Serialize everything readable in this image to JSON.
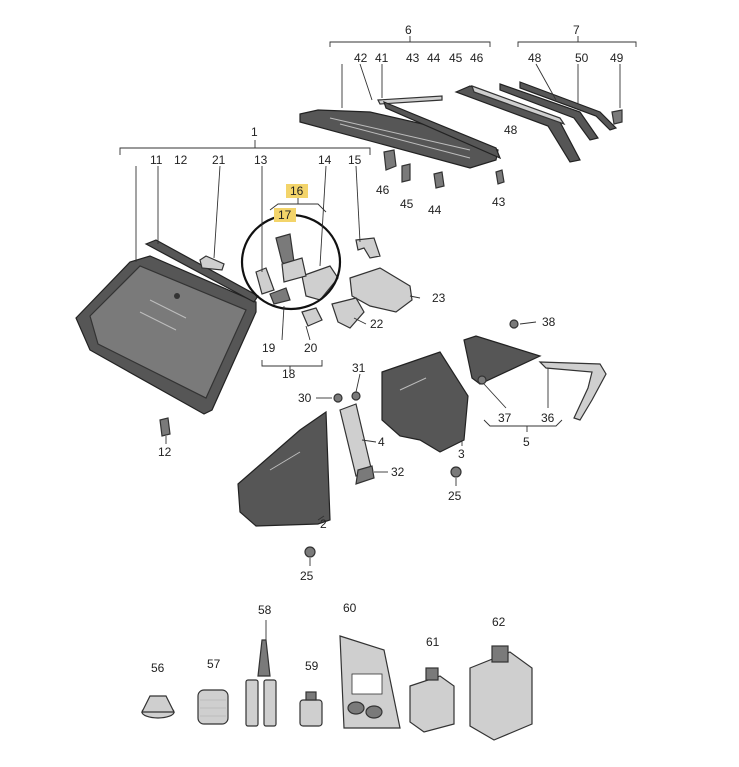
{
  "callouts": {
    "c1": "1",
    "c2": "2",
    "c3": "3",
    "c4": "4",
    "c5": "5",
    "c6": "6",
    "c7": "7",
    "c11": "11",
    "c12a": "12",
    "c12b": "12",
    "c13": "13",
    "c14": "14",
    "c15": "15",
    "c16": "16",
    "c17": "17",
    "c18": "18",
    "c19": "19",
    "c20": "20",
    "c21": "21",
    "c22": "22",
    "c23": "23",
    "c25a": "25",
    "c25b": "25",
    "c30": "30",
    "c31": "31",
    "c32": "32",
    "c36": "36",
    "c37": "37",
    "c38": "38",
    "c41": "41",
    "c42": "42",
    "c43a": "43",
    "c43b": "43",
    "c44a": "44",
    "c44b": "44",
    "c45a": "45",
    "c45b": "45",
    "c46a": "46",
    "c46b": "46",
    "c48a": "48",
    "c48b": "48",
    "c49": "49",
    "c50": "50",
    "c56": "56",
    "c57": "57",
    "c58": "58",
    "c59": "59",
    "c60": "60",
    "c61": "61",
    "c62": "62"
  },
  "colors": {
    "highlight": "#f3d46a",
    "glass": "#7a7a7a",
    "outline": "#333333"
  }
}
